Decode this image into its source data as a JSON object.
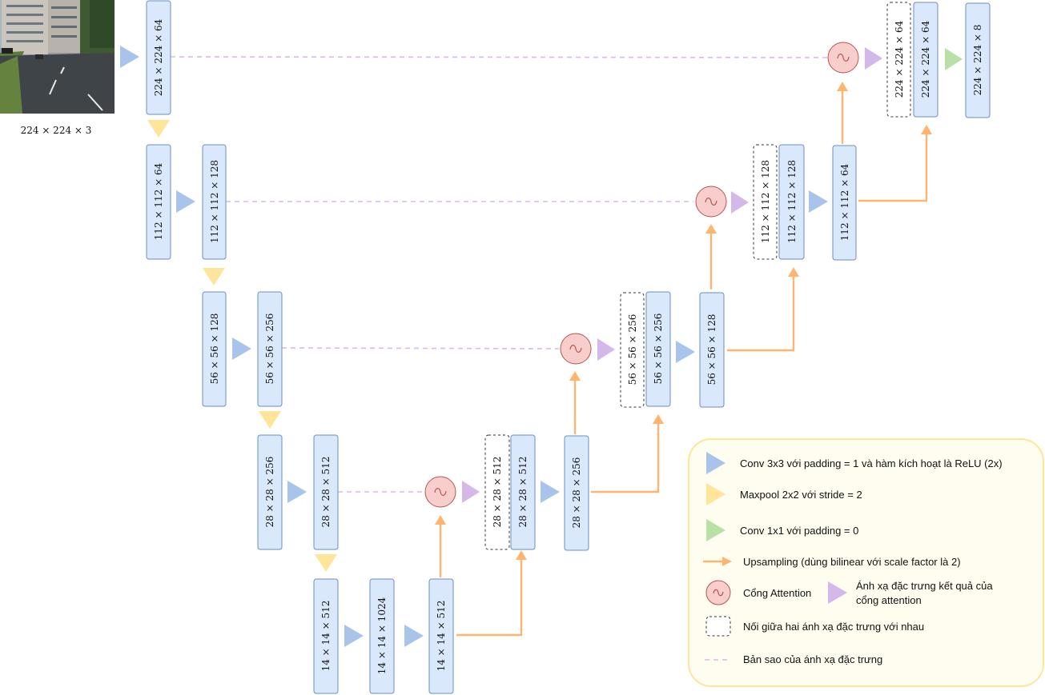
{
  "input": {
    "caption": "224 × 224 × 3"
  },
  "blocks": {
    "enc1": "224 × 224 × 64",
    "enc2a": "112 × 112 × 64",
    "enc2b": "112 × 112 × 128",
    "enc3a": "56 × 56 × 128",
    "enc3b": "56 × 56 × 256",
    "enc4a": "28 × 28 × 256",
    "enc4b": "28 × 28 × 512",
    "bot1": "14 × 14 × 512",
    "bot2": "14 × 14 × 1024",
    "bot3": "14 × 14 × 512",
    "dec4_copy": "28 × 28 × 512",
    "dec4_up": "28 × 28 × 512",
    "dec4_out": "28 × 28 × 256",
    "dec3_copy": "56 × 56 × 256",
    "dec3_up": "56 × 56 × 256",
    "dec3_out": "56 × 56 × 128",
    "dec2_copy": "112 × 112 × 128",
    "dec2_up": "112 × 112 × 128",
    "dec2_out": "112 × 112 × 64",
    "dec1_copy": "224 × 224 × 64",
    "dec1_up": "224 × 224 × 64",
    "output": "224 × 224 × 8"
  },
  "legend": {
    "conv3x3": "Conv 3x3 với padding = 1 và hàm kích hoạt là ReLU (2x)",
    "maxpool": "Maxpool 2x2 với stride = 2",
    "conv1x1": "Conv 1x1 với padding = 0",
    "upsampling": "Upsampling (dùng bilinear với scale factor là 2)",
    "attention_gate": "Cổng Attention",
    "attention_output_line1": "Ánh xạ đặc trưng kết quả của",
    "attention_output_line2": "cổng attention",
    "concat": "Nối giữa hai ánh xạ đặc trưng với nhau",
    "copy": "Bản sao của ánh xạ đặc trưng"
  },
  "colors": {
    "block_fill": "#dae8fc",
    "block_border": "#6c8ebf",
    "conv_arrow": "#a9c4eb",
    "maxpool_arrow": "#ffe599",
    "conv1x1_arrow": "#b9e0a5",
    "upsample_line": "#ffb570",
    "attention_gate": "#f8cecc",
    "attention_output": "#d5b8ea",
    "copy_line": "#d9b8ee"
  }
}
